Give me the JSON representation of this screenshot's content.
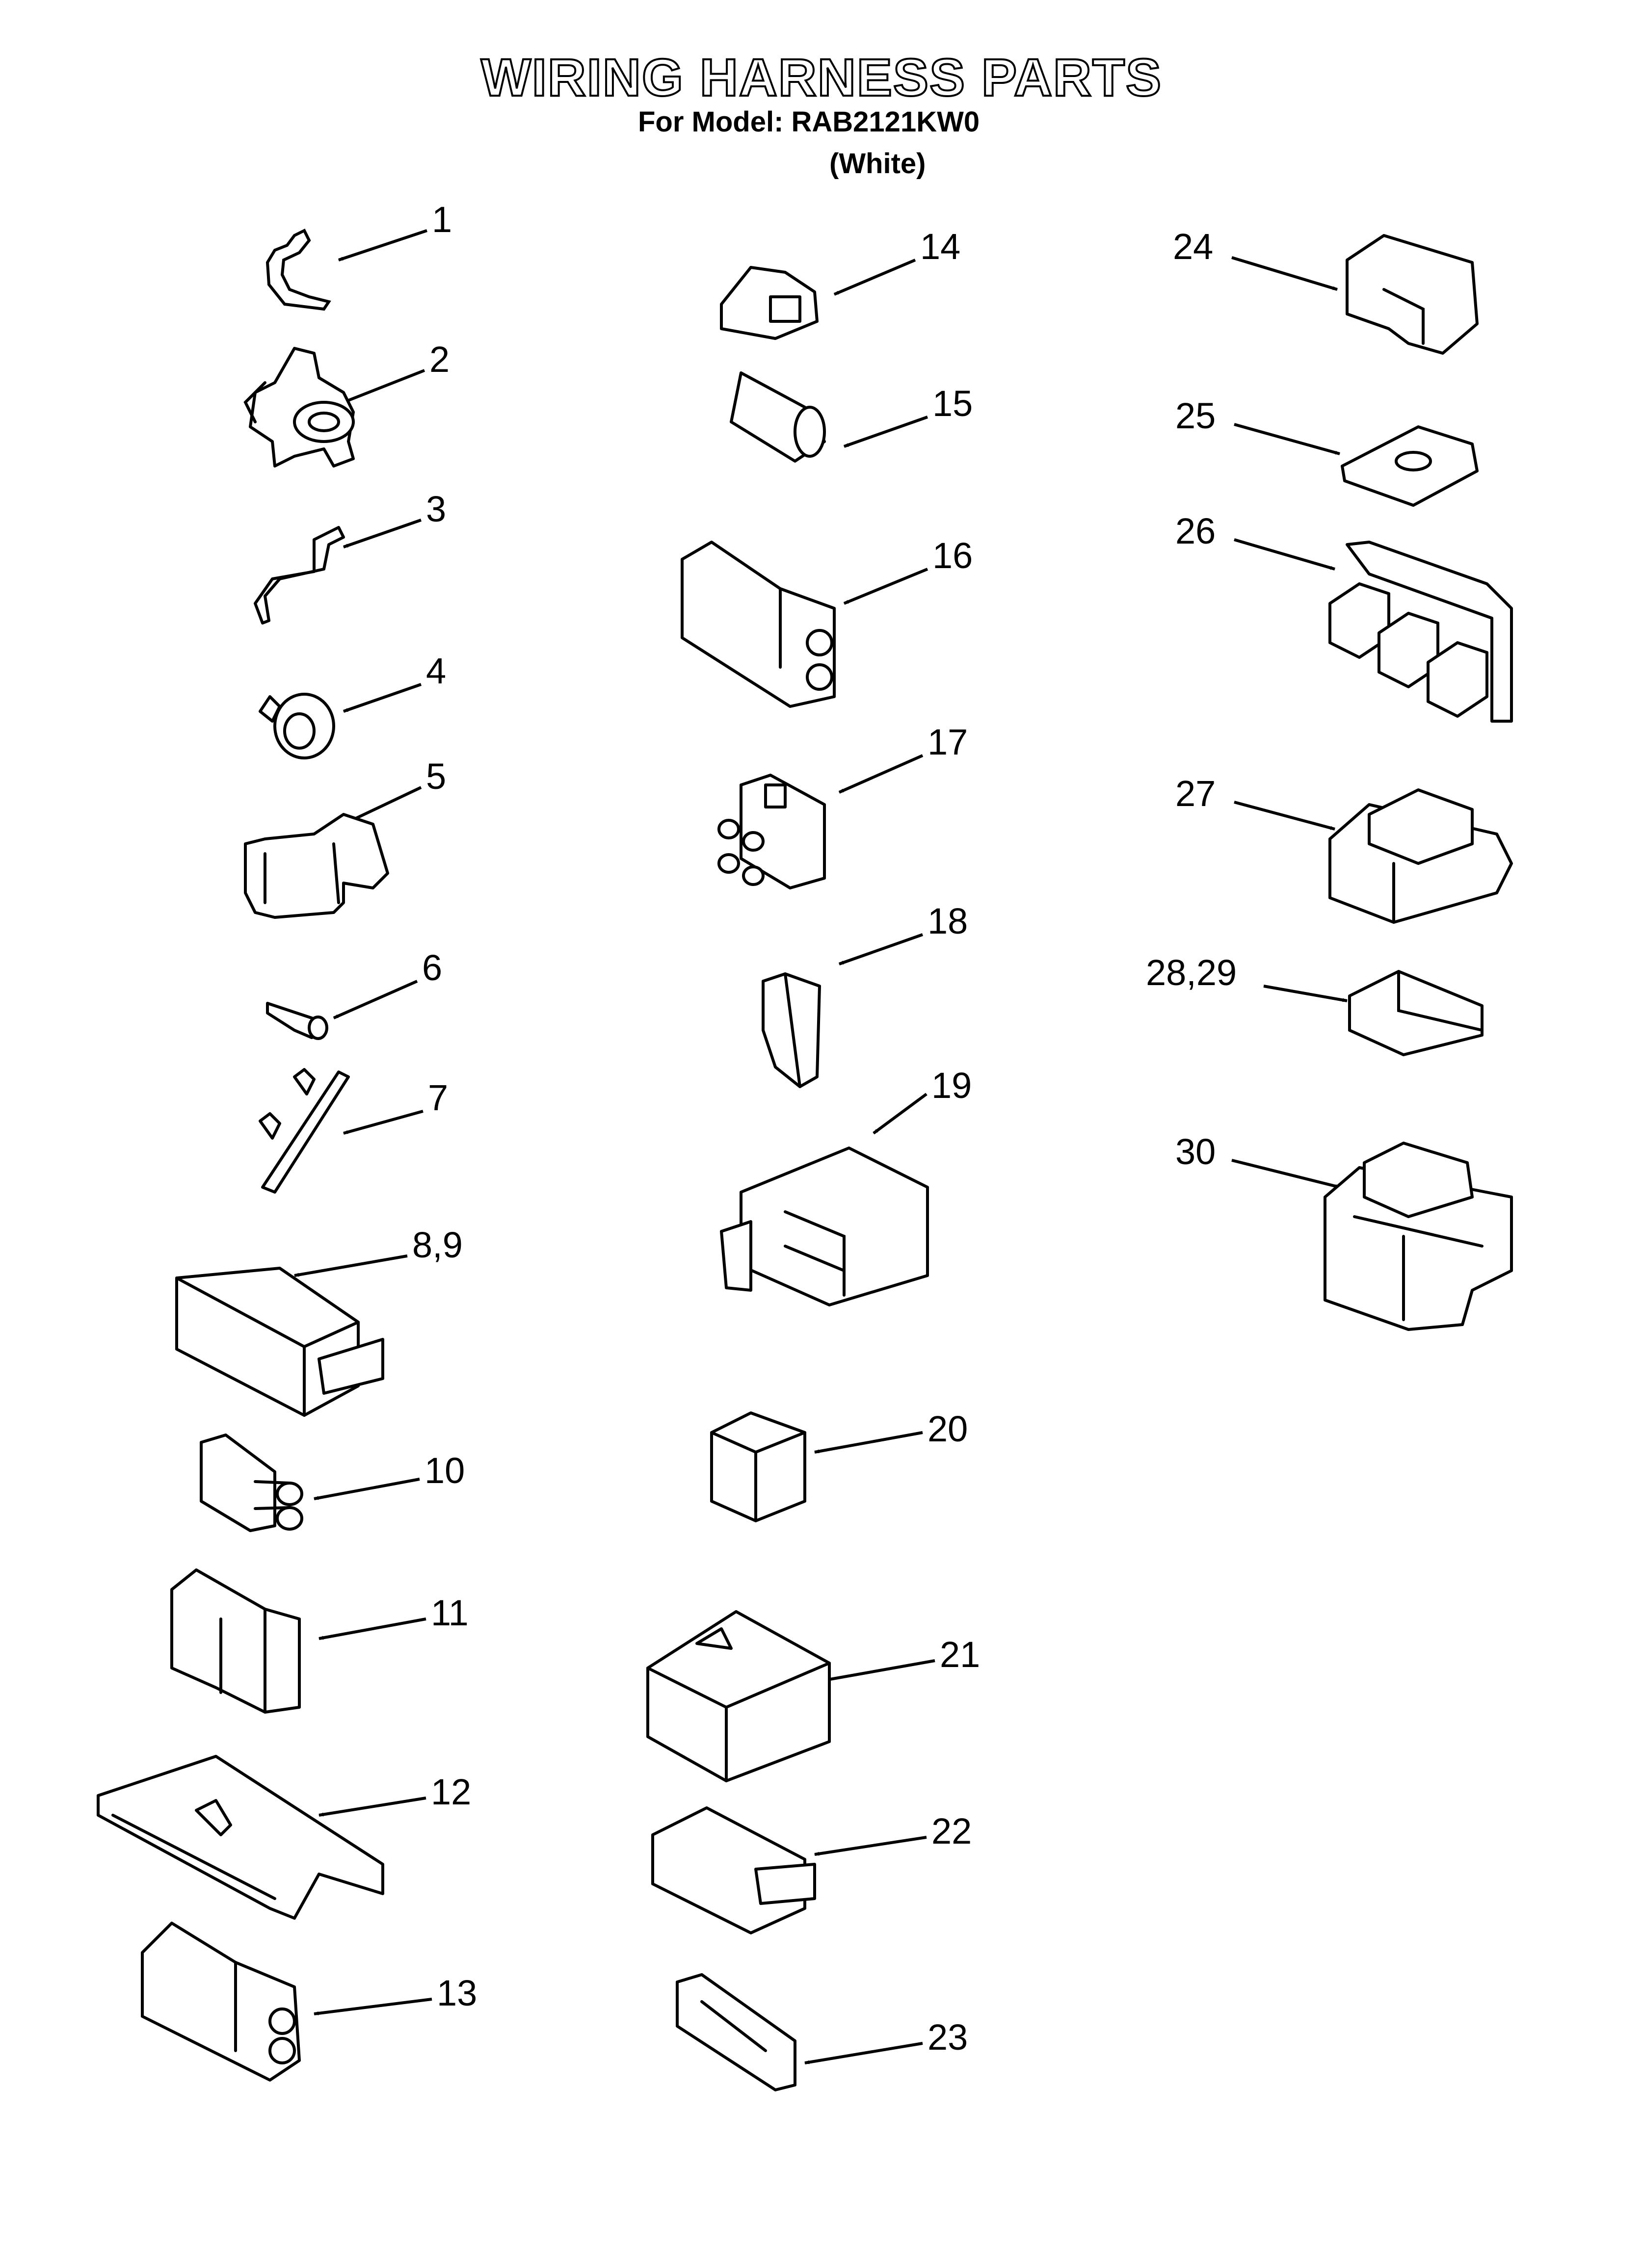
{
  "header": {
    "title": "WIRING HARNESS PARTS",
    "model_line": "For Model: RAB2121KW0",
    "variant": "(White)"
  },
  "callouts": [
    {
      "id": "c1",
      "label": "1"
    },
    {
      "id": "c2",
      "label": "2"
    },
    {
      "id": "c3",
      "label": "3"
    },
    {
      "id": "c4",
      "label": "4"
    },
    {
      "id": "c5",
      "label": "5"
    },
    {
      "id": "c6",
      "label": "6"
    },
    {
      "id": "c7",
      "label": "7"
    },
    {
      "id": "c8",
      "label": "8,9"
    },
    {
      "id": "c10",
      "label": "10"
    },
    {
      "id": "c11",
      "label": "11"
    },
    {
      "id": "c12",
      "label": "12"
    },
    {
      "id": "c13",
      "label": "13"
    },
    {
      "id": "c14",
      "label": "14"
    },
    {
      "id": "c15",
      "label": "15"
    },
    {
      "id": "c16",
      "label": "16"
    },
    {
      "id": "c17",
      "label": "17"
    },
    {
      "id": "c18",
      "label": "18"
    },
    {
      "id": "c19",
      "label": "19"
    },
    {
      "id": "c20",
      "label": "20"
    },
    {
      "id": "c21",
      "label": "21"
    },
    {
      "id": "c22",
      "label": "22"
    },
    {
      "id": "c23",
      "label": "23"
    },
    {
      "id": "c24",
      "label": "24"
    },
    {
      "id": "c25",
      "label": "25"
    },
    {
      "id": "c26",
      "label": "26"
    },
    {
      "id": "c27",
      "label": "27"
    },
    {
      "id": "c28",
      "label": "28,29"
    },
    {
      "id": "c30",
      "label": "30"
    }
  ]
}
